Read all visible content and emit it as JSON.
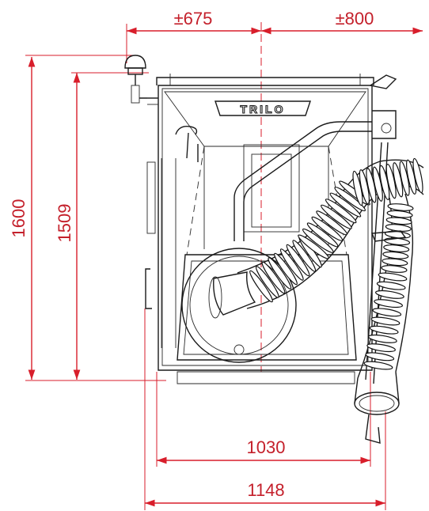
{
  "diagram": {
    "brand_logo_text": "TRILO",
    "colors": {
      "dimension": "#d81e2b",
      "machine": "#1a1a1a",
      "background": "#ffffff"
    },
    "dimensions": {
      "top_left": "±675",
      "top_right": "±800",
      "height_total": "1600",
      "height_inner": "1509",
      "width_inner": "1030",
      "width_total": "1148"
    }
  }
}
